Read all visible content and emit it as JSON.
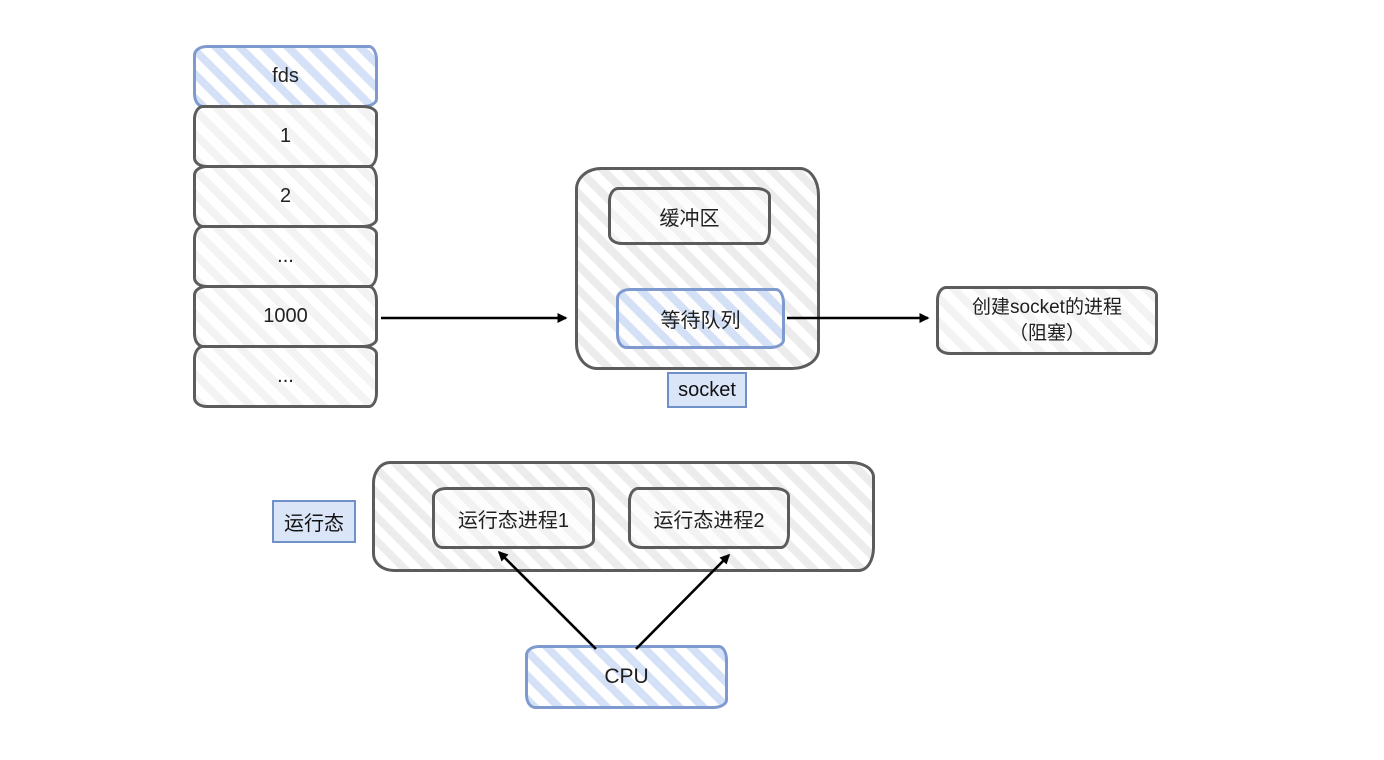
{
  "diagram_title": "socket fd / wait queue / blocked process diagram",
  "colors": {
    "gray_border": "#5c5c5c",
    "gray_hatch": "#e6e6e6",
    "blue_border": "#7e9ace",
    "blue_hatch": "#d8e2f6",
    "label_bg": "#dbe5f8",
    "label_border": "#7090c8",
    "arrow": "#000000",
    "background": "#ffffff"
  },
  "fd_table": {
    "rows": [
      "fds",
      "1",
      "2",
      "...",
      "1000",
      "..."
    ]
  },
  "socket": {
    "label": "socket",
    "buffer_label": "缓冲区",
    "wait_queue_label": "等待队列"
  },
  "blocked_process": {
    "line1": "创建socket的进程",
    "line2": "（阻塞）"
  },
  "running": {
    "label": "运行态",
    "process1": "运行态进程1",
    "process2": "运行态进程2"
  },
  "cpu": {
    "label": "CPU"
  }
}
